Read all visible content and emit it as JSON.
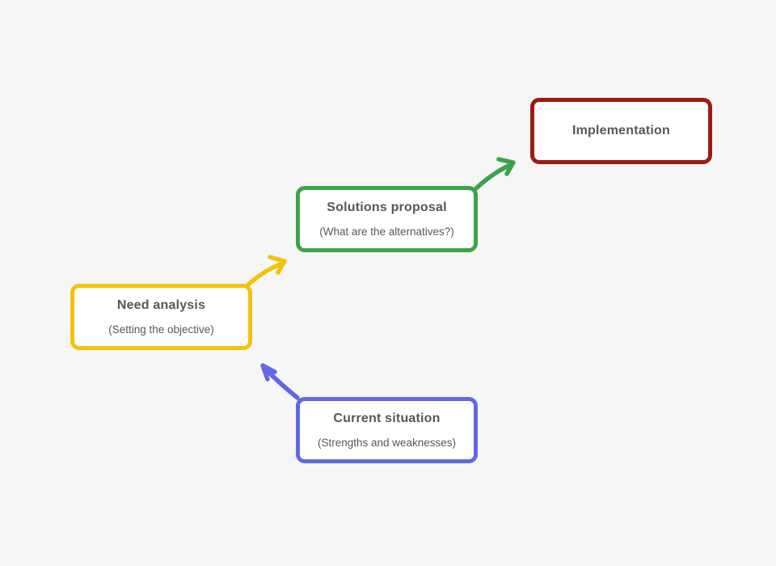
{
  "canvas": {
    "background_color": "#f5f6f5",
    "box_background_color": "#ffffff",
    "text_color": "#54575e"
  },
  "diagram": {
    "type": "step-flow",
    "flow_order": [
      "Current situation",
      "Need analysis",
      "Solutions proposal",
      "Implementation"
    ],
    "steps": [
      {
        "id": "implementation",
        "title": "Implementation",
        "subtitle": "",
        "color": "#9a1c10"
      },
      {
        "id": "solutions-proposal",
        "title": "Solutions proposal",
        "subtitle": "(What are the alternatives?)",
        "color": "#3ba44a"
      },
      {
        "id": "need-analysis",
        "title": "Need analysis",
        "subtitle": "(Setting the objective)",
        "color": "#f4c20d"
      },
      {
        "id": "current-situation",
        "title": "Current situation",
        "subtitle": "(Strengths and weaknesses)",
        "color": "#6267e8"
      }
    ],
    "arrows": [
      {
        "id": "current-to-need",
        "from": "current-situation",
        "to": "need-analysis",
        "color": "#6267e8"
      },
      {
        "id": "need-to-solutions",
        "from": "need-analysis",
        "to": "solutions-proposal",
        "color": "#f4c20d"
      },
      {
        "id": "solutions-to-implementation",
        "from": "solutions-proposal",
        "to": "implementation",
        "color": "#3ba44a"
      }
    ]
  }
}
